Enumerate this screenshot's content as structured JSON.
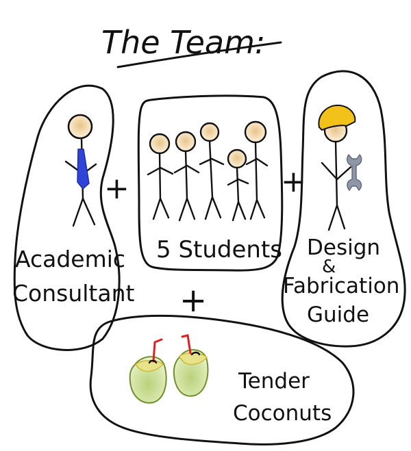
{
  "title": "The Team:",
  "groups": {
    "consultant": {
      "label_line1": "Academic",
      "label_line2": "Consultant"
    },
    "students": {
      "label": "5 Students"
    },
    "guide": {
      "label_line1": "Design",
      "label_line2": "&",
      "label_line3": "Fabrication",
      "label_line4": "Guide"
    },
    "coconuts": {
      "label_line1": "Tender",
      "label_line2": "Coconuts"
    }
  },
  "operators": {
    "plus": "+"
  },
  "colors": {
    "ink": "#111111",
    "head_fill": "#f3dcb0",
    "tie": "#3045d8",
    "hard_hat": "#f2c21a",
    "wrench": "#8f96a8",
    "coconut_green": "#a9c95a",
    "coconut_top": "#e8e28a",
    "straw": "#e02020"
  },
  "icons": [
    "stick-figure-icon",
    "tie-icon",
    "hard-hat-icon",
    "wrench-icon",
    "coconut-icon",
    "straw-icon"
  ]
}
